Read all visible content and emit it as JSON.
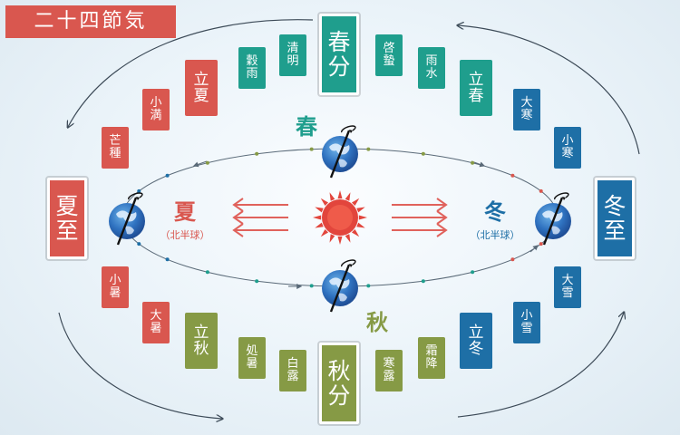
{
  "title": "二十四節気",
  "colors": {
    "summer": "#d9574f",
    "spring": "#1f9e8d",
    "autumn": "#869a45",
    "winter": "#1e6fa6",
    "sun": "#e2453c",
    "arrow": "#e0625c"
  },
  "terms": {
    "geshi": "夏至",
    "bosyu": "芒種",
    "shoman": "小満",
    "rikka": "立夏",
    "kokuu": "穀雨",
    "seimei": "清明",
    "shunbun": "春分",
    "keichitsu": "啓蟄",
    "usui": "雨水",
    "risshun": "立春",
    "daikan": "大寒",
    "shokan": "小寒",
    "toji": "冬至",
    "taisetsu": "大雪",
    "shosetsu": "小雪",
    "ritto": "立冬",
    "soko": "霜降",
    "kanro": "寒露",
    "shubun": "秋分",
    "hakuro": "白露",
    "shosho": "処暑",
    "risshu": "立秋",
    "taisho": "大暑",
    "shosho2": "小暑"
  },
  "seasons": {
    "summer": "夏",
    "winter": "冬",
    "spring": "春",
    "autumn": "秋",
    "hemisphere": "（北半球）"
  },
  "icons": {
    "sun": "sun-icon",
    "earth": "earth-icon",
    "arrows": "orbit-arrow-icon"
  }
}
